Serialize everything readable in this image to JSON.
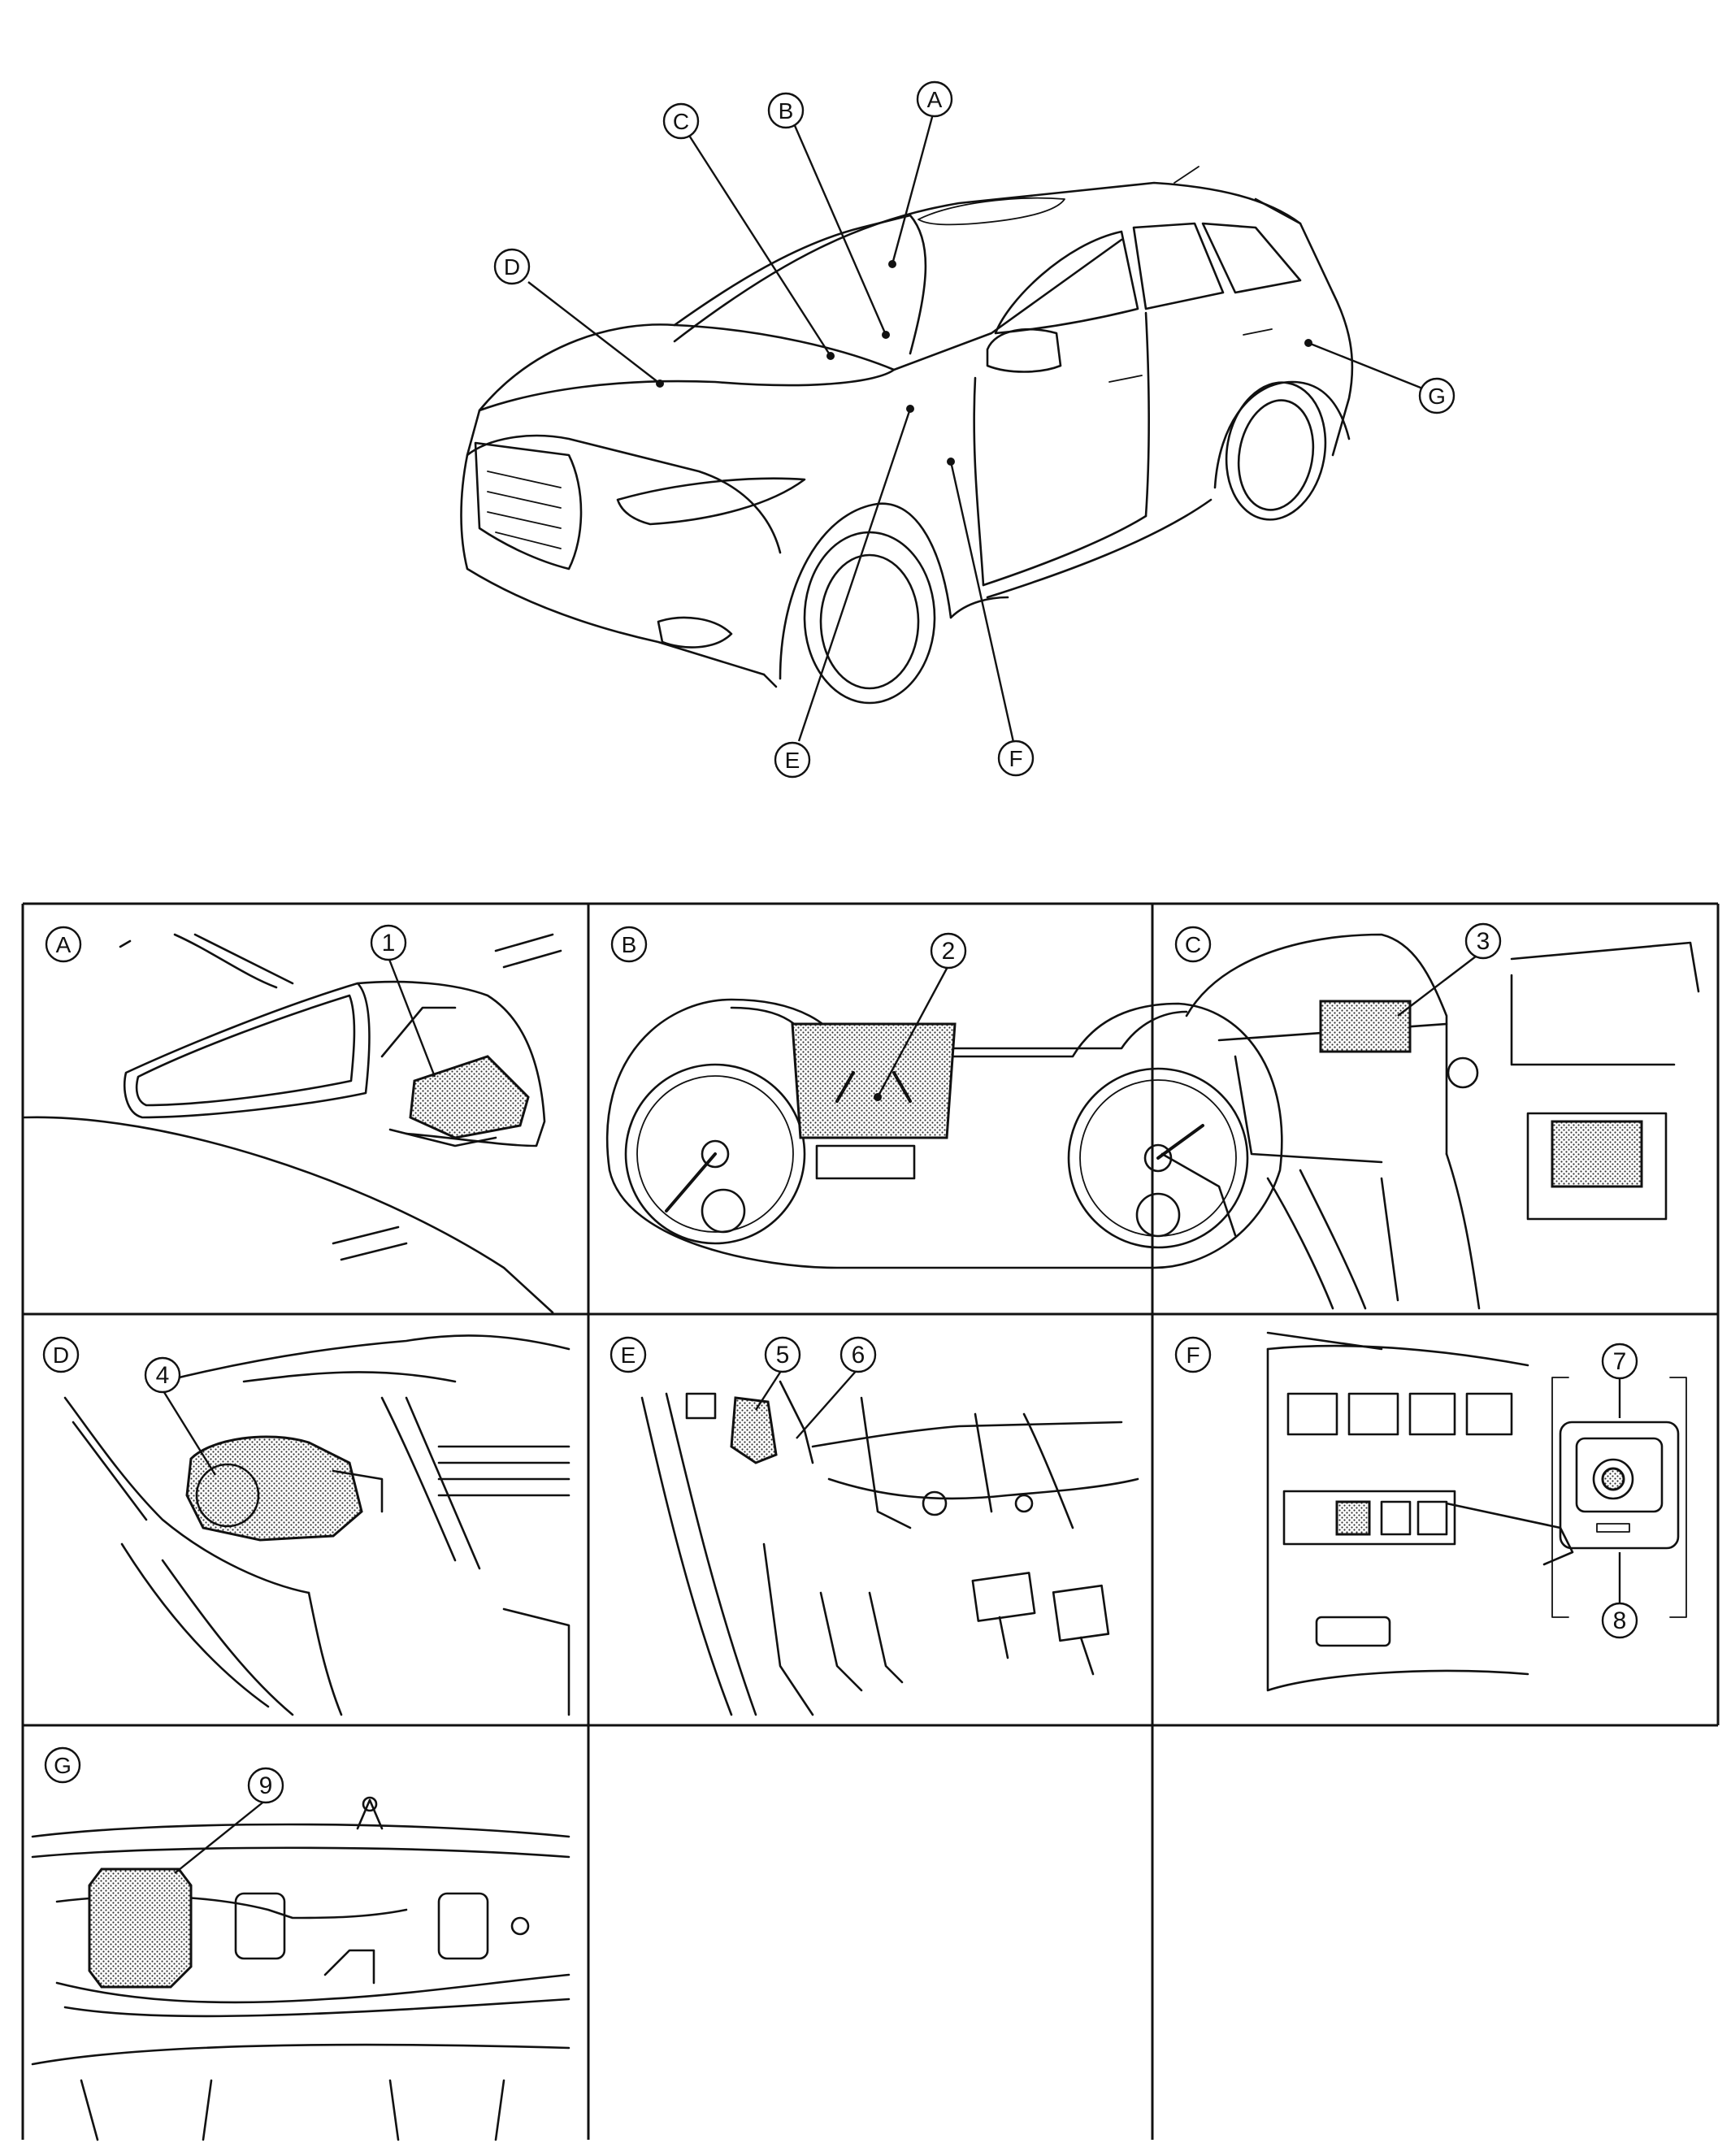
{
  "figure": {
    "overview_callouts": [
      "A",
      "B",
      "C",
      "D",
      "E",
      "F",
      "G"
    ],
    "panels": [
      {
        "id": "A",
        "parts": [
          "1"
        ]
      },
      {
        "id": "B",
        "parts": [
          "2"
        ]
      },
      {
        "id": "C",
        "parts": [
          "3"
        ]
      },
      {
        "id": "D",
        "parts": [
          "4"
        ]
      },
      {
        "id": "E",
        "parts": [
          "5",
          "6"
        ]
      },
      {
        "id": "F",
        "parts": [
          "7",
          "8"
        ]
      },
      {
        "id": "G",
        "parts": [
          "9"
        ]
      }
    ]
  },
  "colors": {
    "line": "#111111",
    "background": "#ffffff"
  }
}
